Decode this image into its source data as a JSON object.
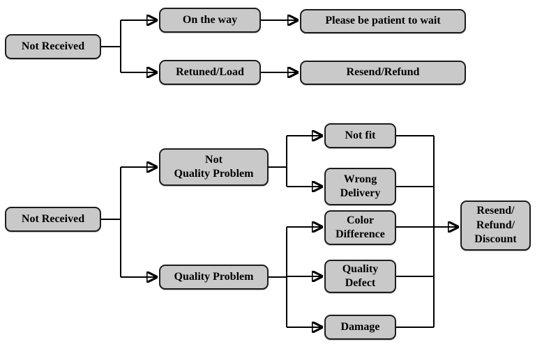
{
  "colors": {
    "background": "#ffffff",
    "node_fill": "#c9c9c9",
    "node_border": "#1c1c1c",
    "connector_line": "#000000",
    "text": "#000000"
  },
  "flow_shipping": {
    "root": "Not Received",
    "branch_on_the_way": "On the way",
    "branch_returned": "Retuned/Load",
    "result_wait": "Please be patient to wait",
    "result_resend_refund": "Resend/Refund"
  },
  "flow_problems": {
    "root": "Not Received",
    "branch_not_quality": "Not\nQuality Problem",
    "branch_quality": "Quality Problem",
    "leaf_not_fit": "Not fit",
    "leaf_wrong_delivery": "Wrong\nDelivery",
    "leaf_color_difference": "Color\nDifference",
    "leaf_quality_defect": "Quality\nDefect",
    "leaf_damage": "Damage",
    "outcome": "Resend/\nRefund/\nDiscount"
  }
}
